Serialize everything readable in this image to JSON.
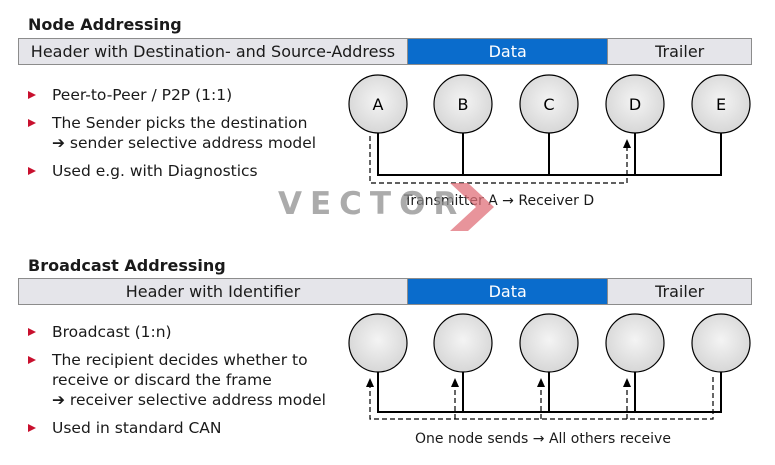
{
  "node_addressing": {
    "title": "Node Addressing",
    "frame": {
      "header": "Header with Destination- and Source-Address",
      "data": "Data",
      "trailer": "Trailer"
    },
    "bullets": [
      {
        "lines": [
          "Peer-to-Peer / P2P (1:1)"
        ]
      },
      {
        "lines": [
          "The Sender picks the destination",
          "➔ sender selective address model"
        ]
      },
      {
        "lines": [
          "Used e.g. with Diagnostics"
        ]
      }
    ],
    "nodes": [
      "A",
      "B",
      "C",
      "D",
      "E"
    ],
    "caption": "Transmitter A → Receiver D"
  },
  "broadcast_addressing": {
    "title": "Broadcast Addressing",
    "frame": {
      "header": "Header with Identifier",
      "data": "Data",
      "trailer": "Trailer"
    },
    "bullets": [
      {
        "lines": [
          "Broadcast (1:n)"
        ]
      },
      {
        "lines": [
          "The recipient decides whether to",
          "receive or discard the frame",
          "➔ receiver selective address model"
        ]
      },
      {
        "lines": [
          "Used in standard CAN"
        ]
      }
    ],
    "caption": "One node sends → All others receive"
  },
  "watermark": {
    "text": "VECTOR",
    "accent_color": "#e0707a"
  },
  "colors": {
    "data_segment": "#0a6ccc",
    "bullet": "#c8102e",
    "segment_gray": "#e5e5ea"
  }
}
